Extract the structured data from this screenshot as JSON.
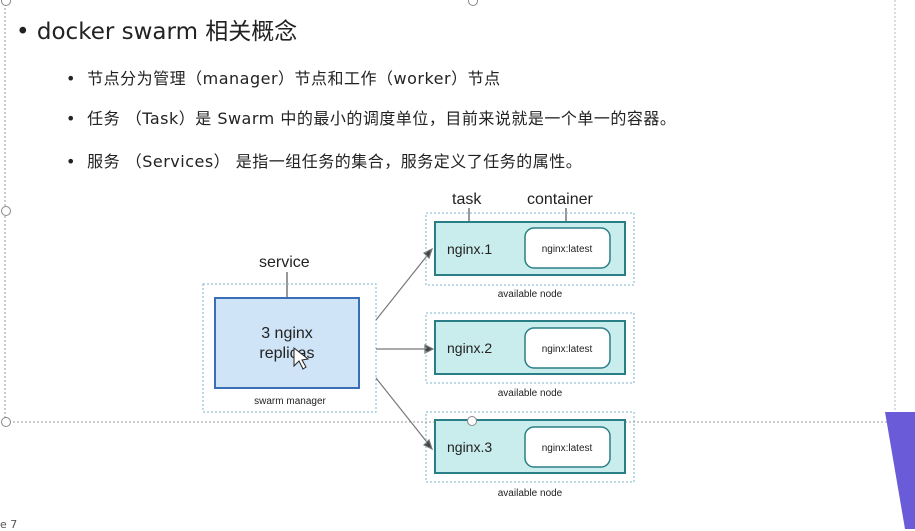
{
  "slide": {
    "heading": "docker swarm 相关概念",
    "bullets": [
      "节点分为管理（manager）节点和工作（worker）节点",
      "任务 （Task）是 Swarm 中的最小的调度单位，目前来说就是一个单一的容器。",
      "服务 （Services） 是指一组任务的集合，服务定义了任务的属性。"
    ],
    "page_number": "e 7"
  },
  "diagram": {
    "label_task": "task",
    "label_container": "container",
    "label_service": "service",
    "service_line1": "3 nginx",
    "service_line2": "replicas",
    "manager_label": "swarm manager",
    "nodes": [
      {
        "task": "nginx.1",
        "container": "nginx:latest",
        "footer": "available node"
      },
      {
        "task": "nginx.2",
        "container": "nginx:latest",
        "footer": "available node"
      },
      {
        "task": "nginx.3",
        "container": "nginx:latest",
        "footer": "available node"
      }
    ],
    "colors": {
      "node_fill": "#c9ecec",
      "node_border": "#2a7f86",
      "service_fill": "#cfe4f7",
      "service_border": "#3a6fb8",
      "dotted": "#7ab4cc",
      "accent_shape": "#6a5bd8"
    }
  }
}
